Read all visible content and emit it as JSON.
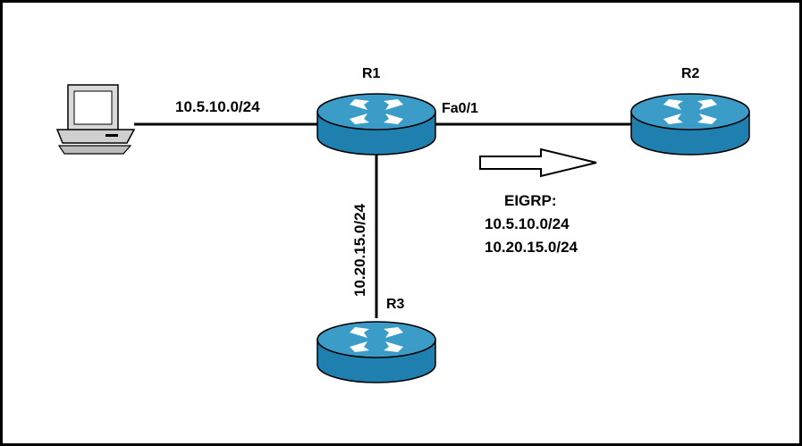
{
  "colors": {
    "router_top": "#3b9cc8",
    "router_side": "#1f7fae",
    "arrow_glyph": "#ffffff",
    "line": "#000000",
    "pc_body": "#d9d9d9"
  },
  "devices": {
    "pc": {
      "icon": "computer-icon"
    },
    "r1": {
      "label": "R1",
      "icon": "router-icon",
      "interface": "Fa0/1"
    },
    "r2": {
      "label": "R2",
      "icon": "router-icon"
    },
    "r3": {
      "label": "R3",
      "icon": "router-icon"
    }
  },
  "links": {
    "pc_r1": {
      "subnet": "10.5.10.0/24"
    },
    "r1_r3": {
      "subnet": "10.20.15.0/24"
    },
    "r1_r2": {
      "subnet": ""
    }
  },
  "advertisement": {
    "icon": "right-arrow-icon",
    "protocol": "EIGRP:",
    "routes": [
      "10.5.10.0/24",
      "10.20.15.0/24"
    ]
  }
}
